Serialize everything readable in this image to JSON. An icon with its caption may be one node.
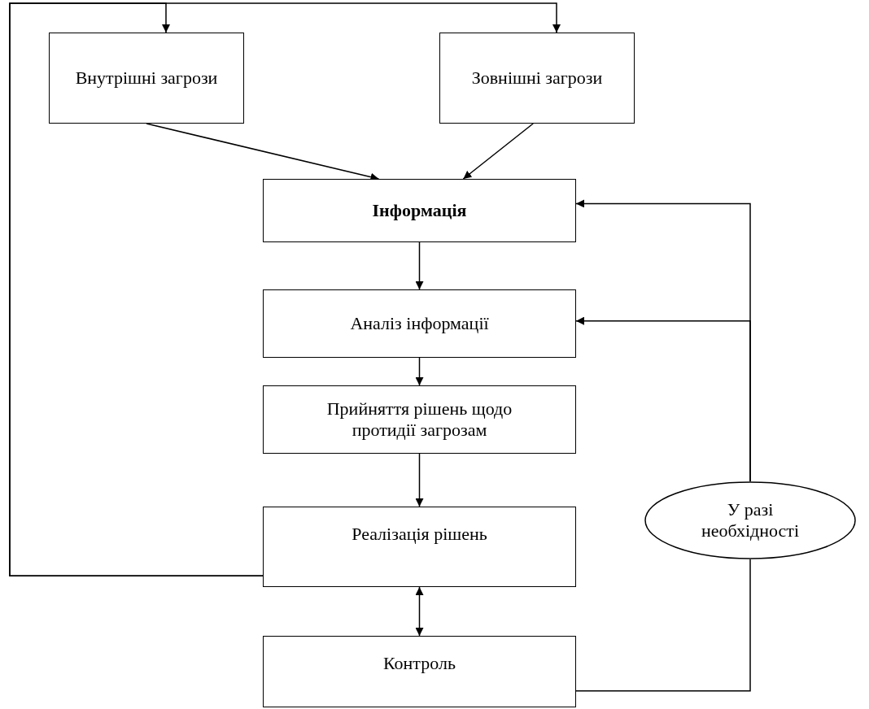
{
  "diagram": {
    "nodes": [
      {
        "text": [
          "Внутрішні загрози"
        ]
      },
      {
        "text": [
          "Зовнішні загрози"
        ]
      },
      {
        "text": [
          "Інформація"
        ]
      },
      {
        "text": [
          "Аналіз інформації"
        ]
      },
      {
        "text": [
          "Прийняття рішень щодо протидії загрозам"
        ]
      },
      {
        "text": [
          "Реалізація рішень"
        ]
      },
      {
        "text": [
          "Контроль"
        ]
      },
      {
        "text": [
          "У разі необхідності"
        ]
      }
    ],
    "edges": [
      {
        "from": 0,
        "to": 2,
        "arrow": "to"
      },
      {
        "from": 1,
        "to": 2,
        "arrow": "to"
      },
      {
        "from": 2,
        "to": 3,
        "arrow": "to"
      },
      {
        "from": 3,
        "to": 4,
        "arrow": "to"
      },
      {
        "from": 4,
        "to": 5,
        "arrow": "to"
      },
      {
        "from": 5,
        "to": 6,
        "arrow": "both"
      },
      {
        "from": 5,
        "to": 0,
        "arrow": "to"
      },
      {
        "from": 5,
        "to": 1,
        "arrow": "to"
      },
      {
        "from": 6,
        "to": 7,
        "arrow": "none"
      },
      {
        "from": 7,
        "to": 2,
        "arrow": "to"
      },
      {
        "from": 7,
        "to": 3,
        "arrow": "to"
      }
    ]
  }
}
